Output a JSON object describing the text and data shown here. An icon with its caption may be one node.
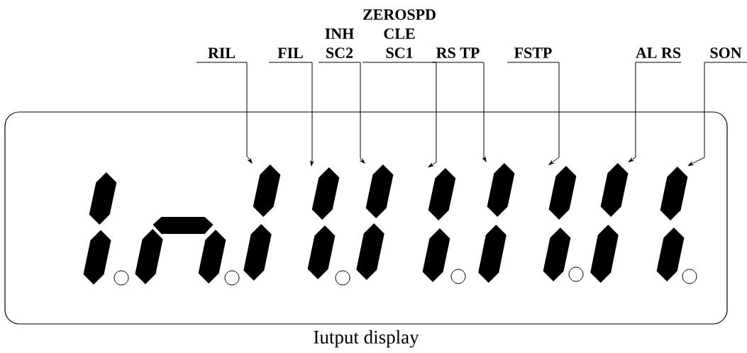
{
  "diagram": {
    "nodes": [
      {
        "text": [],
        "shape": "box",
        "beside": [
          "Iutput display"
        ]
      },
      {
        "text": [
          "RIL"
        ]
      },
      {
        "text": [
          "FIL"
        ]
      },
      {
        "text": [
          "INH",
          "SC2"
        ]
      },
      {
        "text": [
          "ZEROSPD",
          "CLE",
          "SC1"
        ]
      },
      {
        "text": [
          "RS TP"
        ]
      },
      {
        "text": [
          "FSTP"
        ]
      },
      {
        "text": [
          "AL RS"
        ]
      },
      {
        "text": [
          "SON"
        ]
      },
      {
        "text": [],
        "shape": "bar",
        "in": 0
      },
      {
        "text": [],
        "shape": "bar",
        "in": 0
      },
      {
        "text": [],
        "shape": "bar",
        "in": 0
      },
      {
        "text": [],
        "shape": "bar",
        "in": 0
      },
      {
        "text": [],
        "shape": "bar",
        "in": 0
      },
      {
        "text": [],
        "shape": "bar",
        "in": 0
      },
      {
        "text": [],
        "shape": "bar",
        "in": 0
      },
      {
        "text": [],
        "shape": "bar",
        "in": 0
      }
    ],
    "edges": [
      {
        "from": 1,
        "to": 9,
        "arrow": "to"
      },
      {
        "from": 2,
        "to": 10,
        "arrow": "to"
      },
      {
        "from": 3,
        "to": 11,
        "arrow": "to"
      },
      {
        "from": 4,
        "to": 12,
        "arrow": "to"
      },
      {
        "from": 5,
        "to": 13,
        "arrow": "to"
      },
      {
        "from": 6,
        "to": 14,
        "arrow": "to"
      },
      {
        "from": 7,
        "to": 15,
        "arrow": "to"
      },
      {
        "from": 8,
        "to": 16,
        "arrow": "to"
      }
    ]
  }
}
